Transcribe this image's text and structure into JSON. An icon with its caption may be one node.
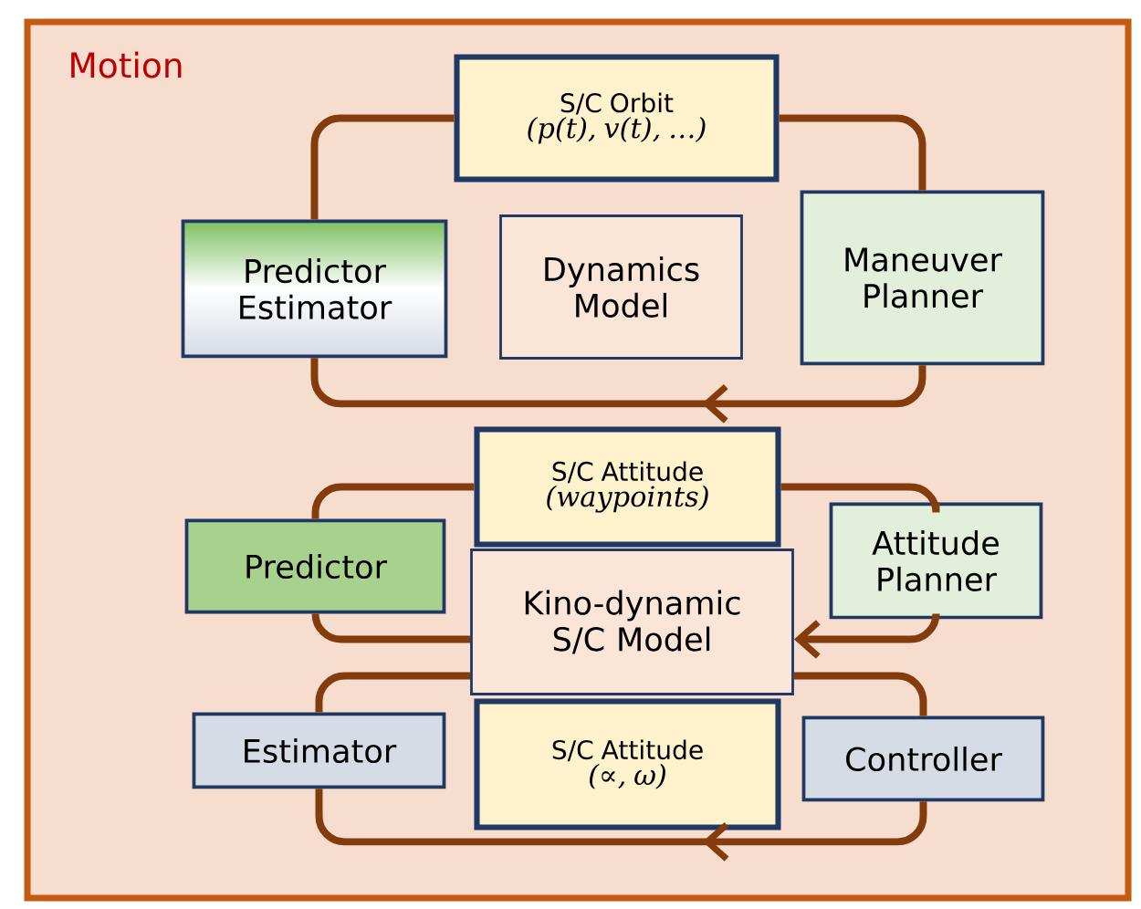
{
  "diagram": {
    "nodes": [
      {
        "text": [
          "Motion"
        ]
      },
      {
        "text": [
          "S/C Orbit",
          "(p(t), v(t), …)"
        ],
        "in": 0
      },
      {
        "text": [
          "Predictor Estimator"
        ],
        "in": 0
      },
      {
        "text": [
          "Dynamics Model"
        ],
        "in": 0
      },
      {
        "text": [
          "Maneuver Planner"
        ],
        "in": 0
      },
      {
        "text": [
          "S/C Attitude",
          "(waypoints)"
        ],
        "in": 0
      },
      {
        "text": [
          "Predictor"
        ],
        "in": 0
      },
      {
        "text": [
          "Kino-dynamic S/C Model"
        ],
        "in": 0
      },
      {
        "text": [
          "Attitude Planner"
        ],
        "in": 0
      },
      {
        "text": [
          "Estimator"
        ],
        "in": 0
      },
      {
        "text": [
          "S/C Attitude",
          "(∝, ω)"
        ],
        "in": 0
      },
      {
        "text": [
          "Controller"
        ],
        "in": 0
      }
    ],
    "edges": [
      {
        "from": 1,
        "to": 2,
        "arrow": "none"
      },
      {
        "from": 1,
        "to": 4,
        "arrow": "none"
      },
      {
        "from": 4,
        "to": 2,
        "arrow": "to"
      },
      {
        "from": 5,
        "to": 6,
        "arrow": "none"
      },
      {
        "from": 5,
        "to": 8,
        "arrow": "none"
      },
      {
        "from": 6,
        "to": 7,
        "arrow": "none"
      },
      {
        "from": 8,
        "to": 7,
        "arrow": "to"
      },
      {
        "from": 9,
        "to": 7,
        "arrow": "none"
      },
      {
        "from": 7,
        "to": 11,
        "arrow": "none"
      },
      {
        "from": 11,
        "to": 9,
        "arrow": "to"
      }
    ]
  }
}
